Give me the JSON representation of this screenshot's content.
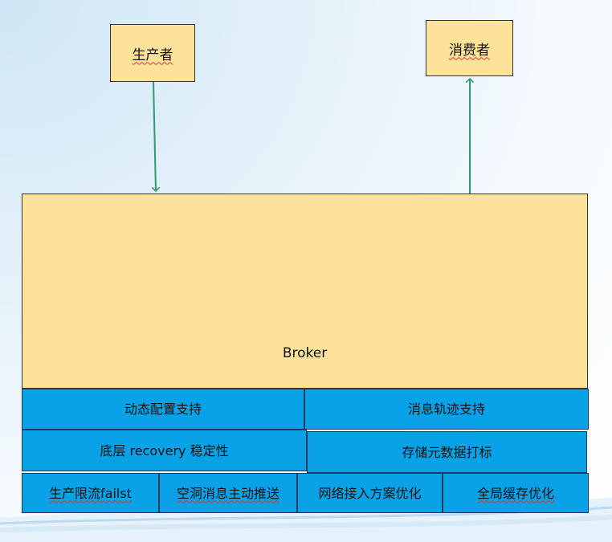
{
  "producer": {
    "label": "生产者"
  },
  "consumer": {
    "label": "消费者"
  },
  "broker": {
    "label": "Broker"
  },
  "features": {
    "row1": [
      "动态配置支持",
      "消息轨迹支持"
    ],
    "row2": [
      "底层 recovery 稳定性",
      "存储元数据打标"
    ],
    "row3": [
      "生产限流failst",
      "空洞消息主动推送",
      "网络接入方案优化",
      "全局缓存优化"
    ]
  },
  "colors": {
    "actor_fill": "#fde39a",
    "feature_fill": "#0aa2e6",
    "arrow": "#2e9a6e"
  }
}
